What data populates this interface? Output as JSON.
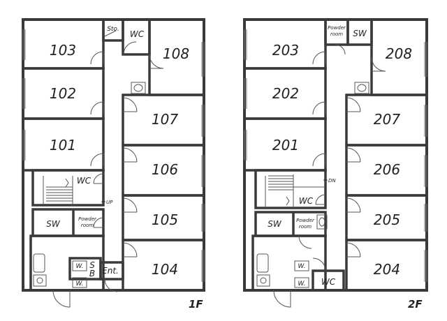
{
  "colors": {
    "wall": "#3a3a3a",
    "line": "#555555",
    "background": "#ffffff"
  },
  "floors": [
    {
      "id": "1f",
      "label": "1F",
      "rooms": [
        {
          "id": "103",
          "label": "103"
        },
        {
          "id": "102",
          "label": "102"
        },
        {
          "id": "101",
          "label": "101"
        },
        {
          "id": "108",
          "label": "108"
        },
        {
          "id": "107",
          "label": "107"
        },
        {
          "id": "106",
          "label": "106"
        },
        {
          "id": "105",
          "label": "105"
        },
        {
          "id": "104",
          "label": "104"
        }
      ],
      "facilities": [
        {
          "id": "sto",
          "label": "Sto."
        },
        {
          "id": "wc-top",
          "label": "WC"
        },
        {
          "id": "wc-stair",
          "label": "WC"
        },
        {
          "id": "sw",
          "label": "SW"
        },
        {
          "id": "powder-1",
          "label": "Powder"
        },
        {
          "id": "powder-2",
          "label": "room"
        },
        {
          "id": "ent",
          "label": "Ent."
        },
        {
          "id": "s",
          "label": "S"
        },
        {
          "id": "b",
          "label": "B"
        },
        {
          "id": "w1",
          "label": "W."
        },
        {
          "id": "w2",
          "label": "W."
        }
      ],
      "stair_label": "UP"
    },
    {
      "id": "2f",
      "label": "2F",
      "rooms": [
        {
          "id": "203",
          "label": "203"
        },
        {
          "id": "202",
          "label": "202"
        },
        {
          "id": "201",
          "label": "201"
        },
        {
          "id": "208",
          "label": "208"
        },
        {
          "id": "207",
          "label": "207"
        },
        {
          "id": "206",
          "label": "206"
        },
        {
          "id": "205",
          "label": "205"
        },
        {
          "id": "204",
          "label": "204"
        }
      ],
      "facilities": [
        {
          "id": "powder-top-1",
          "label": "Powder"
        },
        {
          "id": "powder-top-2",
          "label": "room"
        },
        {
          "id": "sw-top",
          "label": "SW"
        },
        {
          "id": "wc-stair",
          "label": "WC"
        },
        {
          "id": "sw",
          "label": "SW"
        },
        {
          "id": "powder-1",
          "label": "Powder"
        },
        {
          "id": "powder-2",
          "label": "room"
        },
        {
          "id": "wc-bottom",
          "label": "WC"
        },
        {
          "id": "w1",
          "label": "W."
        },
        {
          "id": "w2",
          "label": "W."
        }
      ],
      "stair_label": "DN"
    }
  ]
}
